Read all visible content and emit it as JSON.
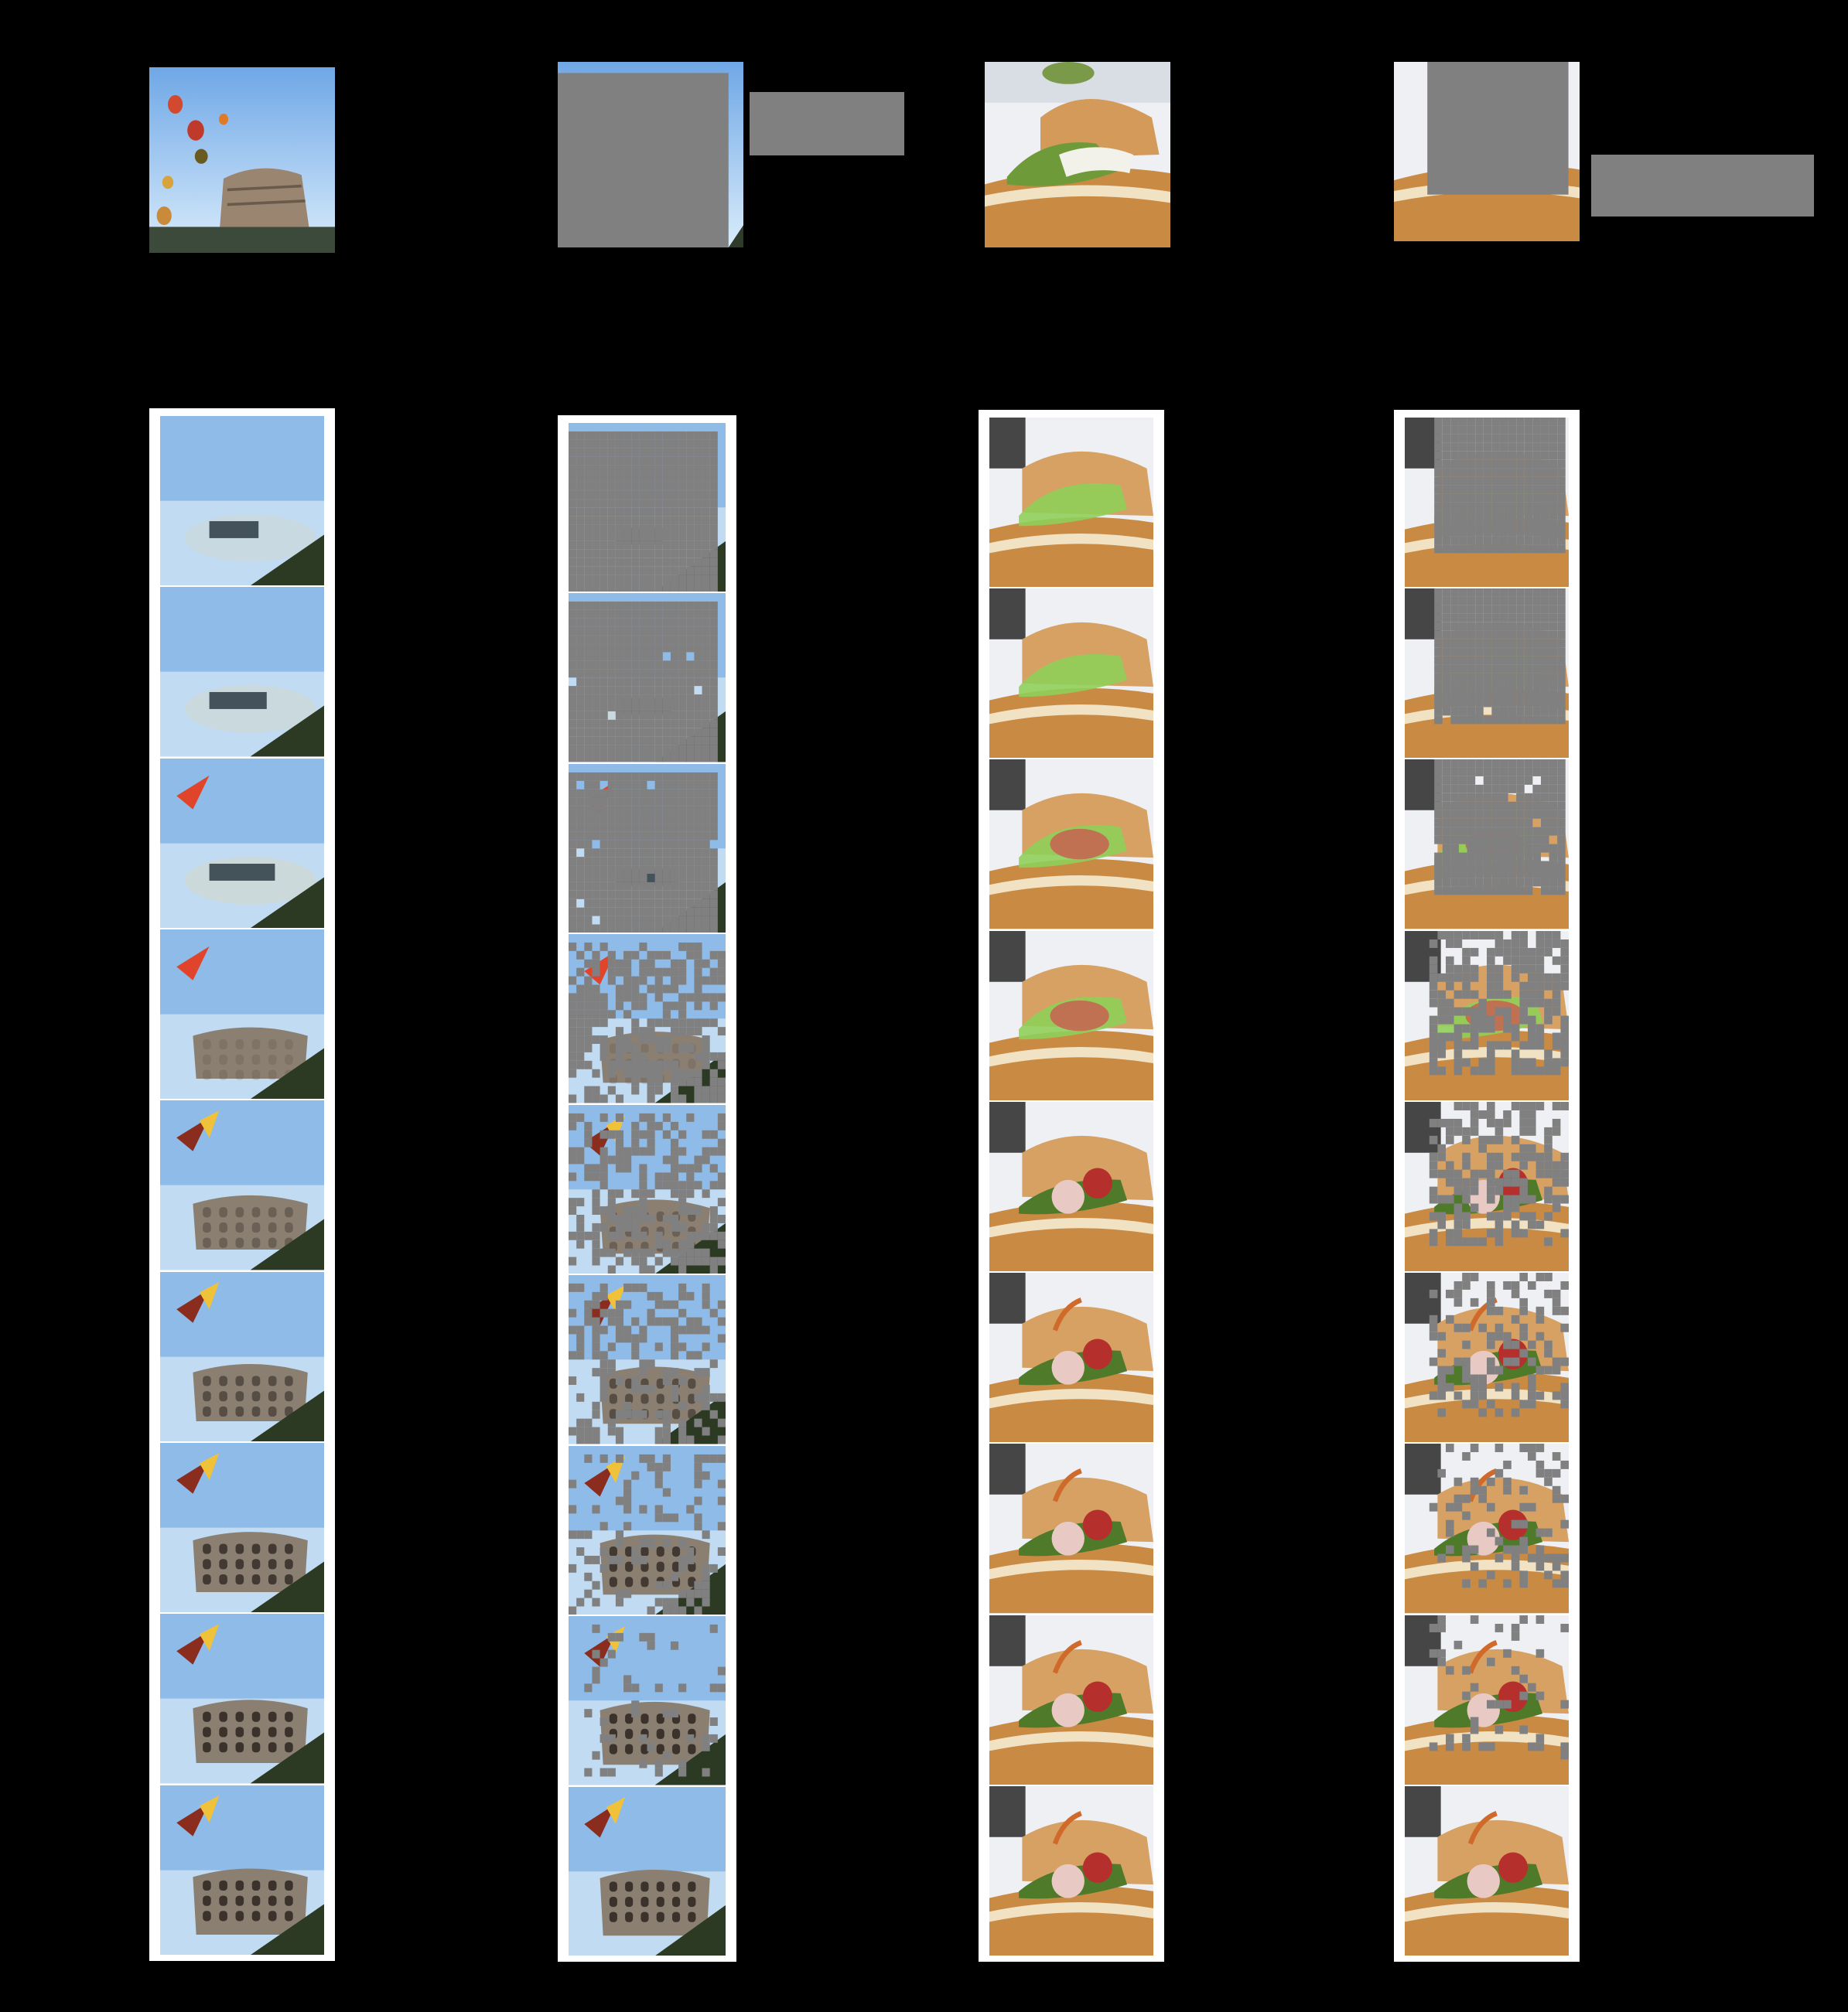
{
  "columns": [
    {
      "id": "colosseum-reference",
      "kind": "colosseum",
      "steps": 9
    },
    {
      "id": "colosseum-masked",
      "kind": "colosseum-masked",
      "steps": 9
    },
    {
      "id": "bread-reference",
      "kind": "bread",
      "steps": 9
    },
    {
      "id": "bread-masked",
      "kind": "bread-masked",
      "steps": 9
    }
  ],
  "colors": {
    "background": "#000000",
    "mask_gray": "#808080",
    "sky": "#9cc7ee",
    "stone": "#8b7f72",
    "bread": "#d8944c",
    "pesto": "#6f9a3a",
    "tomato": "#c9423a"
  }
}
